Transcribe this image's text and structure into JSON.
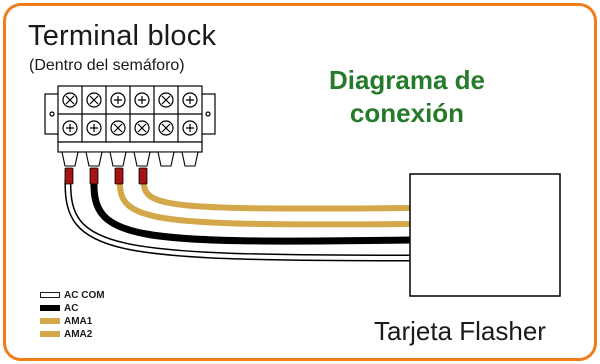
{
  "diagram": {
    "title": "Terminal block",
    "subtitle": "(Dentro del semáforo)",
    "heading_line1": "Diagrama de",
    "heading_line2": "conexión",
    "card_label": "Tarjeta Flasher",
    "legend": [
      {
        "label": "AC COM",
        "color": "#ffffff",
        "border": "#1a1a1a"
      },
      {
        "label": "AC",
        "color": "#000000",
        "border": "#000000"
      },
      {
        "label": "AMA1",
        "color": "#d4a84a",
        "border": "#d4a84a"
      },
      {
        "label": "AMA2",
        "color": "#d4a84a",
        "border": "#d4a84a"
      }
    ],
    "colors": {
      "frame": "#f07d1a",
      "heading": "#267a2b",
      "wire_yellow": "#d4a84a",
      "wire_black": "#000000",
      "lug": "#a31515"
    },
    "icons": {
      "terminal_top": "x-circle-screw-icon",
      "terminal_bottom": "plus-circle-screw-icon"
    }
  }
}
